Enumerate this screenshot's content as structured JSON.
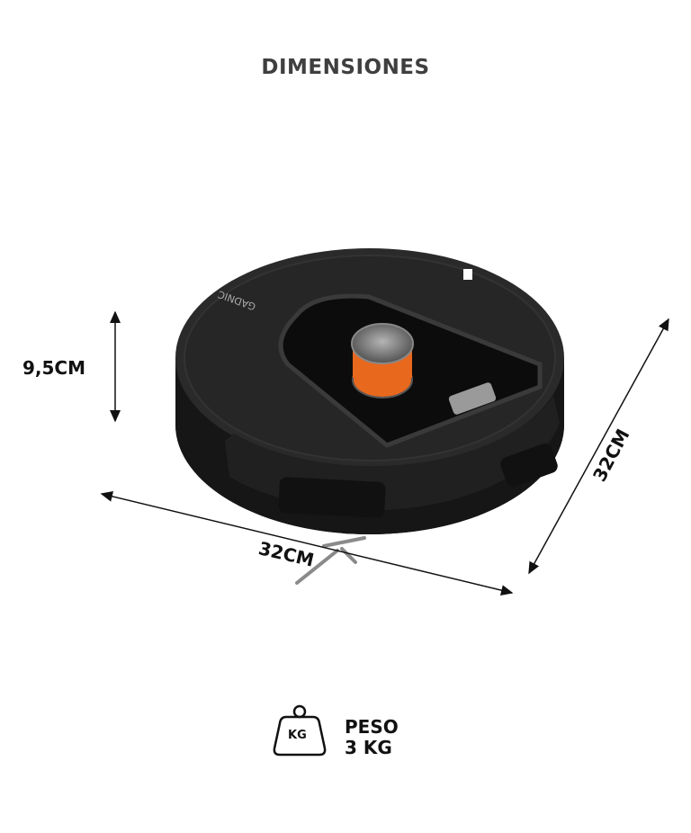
{
  "title": "DIMENSIONES",
  "product": {
    "brand_logo": "GADNIC",
    "body_color": "#1e1e1e",
    "accent_color": "#e8681e"
  },
  "dimensions": {
    "height": "9,5CM",
    "width": "32CM",
    "depth": "32CM"
  },
  "weight": {
    "icon": "weight-kg-icon",
    "icon_text": "KG",
    "label": "PESO",
    "value": "3 KG"
  }
}
